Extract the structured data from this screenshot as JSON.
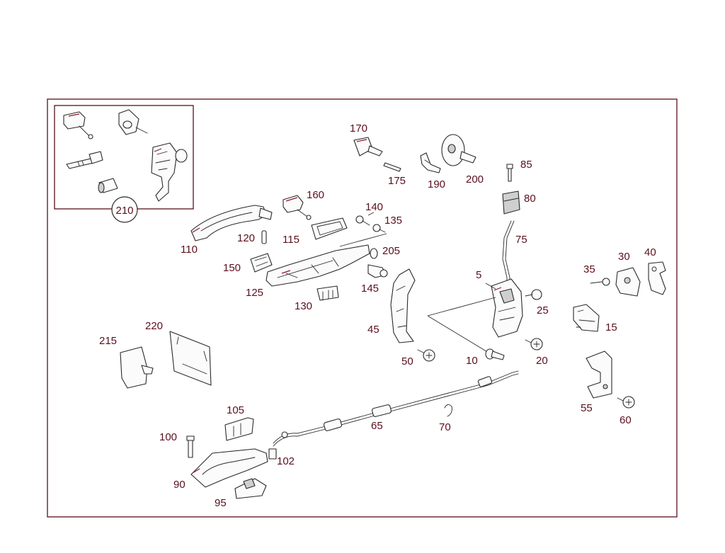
{
  "diagram": {
    "callouts": {
      "c5": "5",
      "c10": "10",
      "c15": "15",
      "c20": "20",
      "c25": "25",
      "c30": "30",
      "c35": "35",
      "c40": "40",
      "c45": "45",
      "c50": "50",
      "c55": "55",
      "c60": "60",
      "c65": "65",
      "c70": "70",
      "c75": "75",
      "c80": "80",
      "c85": "85",
      "c90": "90",
      "c95": "95",
      "c100": "100",
      "c102": "102",
      "c105": "105",
      "c110": "110",
      "c115": "115",
      "c120": "120",
      "c125": "125",
      "c130": "130",
      "c135": "135",
      "c140": "140",
      "c145": "145",
      "c150": "150",
      "c160": "160",
      "c170": "170",
      "c175": "175",
      "c190": "190",
      "c200": "200",
      "c205": "205",
      "c210": "210",
      "c215": "215",
      "c220": "220"
    }
  }
}
